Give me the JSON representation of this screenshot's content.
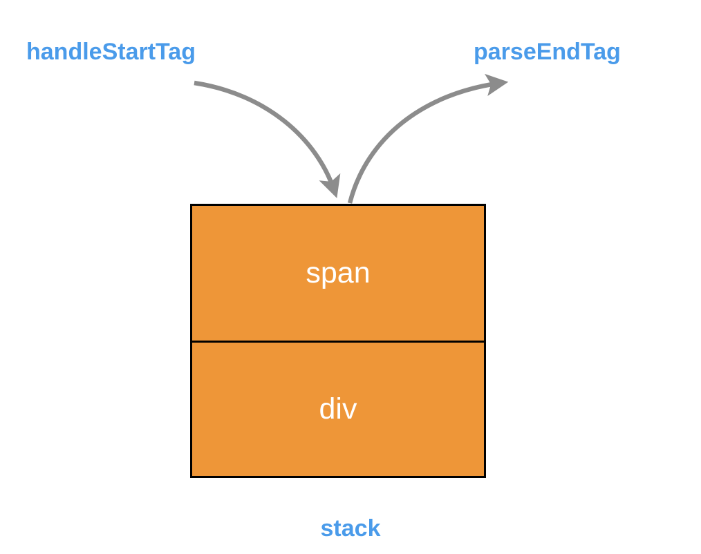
{
  "diagram": {
    "title_caption": "stack",
    "colors": {
      "label_blue": "#4a9bea",
      "cell_orange": "#ee9638",
      "cell_text": "#ffffff",
      "border_black": "#000000",
      "arrow_gray": "#8c8c8c",
      "background": "#ffffff"
    },
    "labels": {
      "left_function": "handleStartTag",
      "right_function": "parseEndTag"
    },
    "stack": {
      "caption": "stack",
      "cells": [
        {
          "label": "span"
        },
        {
          "label": "div"
        }
      ]
    },
    "arrows": [
      {
        "name": "handle-start-tag-arrow",
        "from_label": "handleStartTag",
        "to_target": "stack-top",
        "direction": "push",
        "icon": "curved-arrow-down-icon"
      },
      {
        "name": "parse-end-tag-arrow",
        "from_target": "stack-top",
        "to_label": "parseEndTag",
        "direction": "pop",
        "icon": "curved-arrow-up-icon"
      }
    ]
  }
}
